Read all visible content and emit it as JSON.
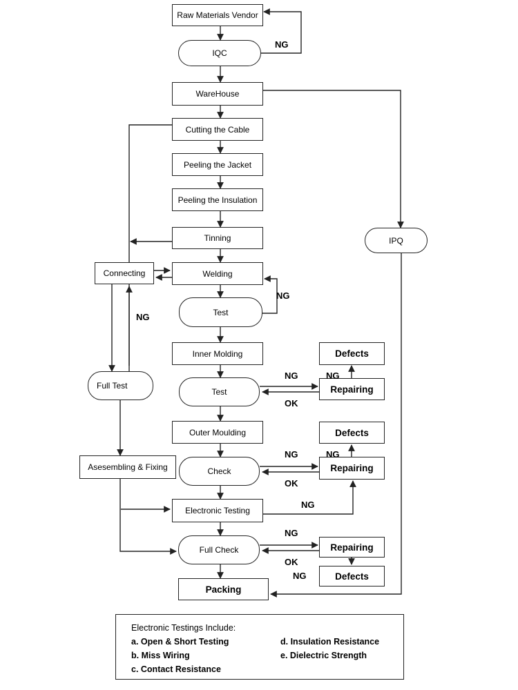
{
  "nodes": {
    "raw_vendor": "Raw Materials Vendor",
    "iqc": "IQC",
    "warehouse": "WareHouse",
    "cutting": "Cutting the Cable",
    "peeling_jacket": "Peeling the Jacket",
    "peeling_insulation": "Peeling the Insulation",
    "tinning": "Tinning",
    "connecting": "Connecting",
    "welding": "Welding",
    "test1": "Test",
    "inner_molding": "Inner Molding",
    "test2": "Test",
    "full_test": "Full Test",
    "outer_moulding": "Outer Moulding",
    "assembling": "Asesembling & Fixing",
    "check": "Check",
    "electronic_testing": "Electronic Testing",
    "full_check": "Full Check",
    "packing": "Packing",
    "ipq": "IPQ",
    "defects1": "Defects",
    "repairing1": "Repairing",
    "defects2": "Defects",
    "repairing2": "Repairing",
    "repairing3": "Repairing",
    "defects3": "Defects"
  },
  "labels": {
    "ng": "NG",
    "ok": "OK"
  },
  "legend": {
    "title": "Electronic Testings Include:",
    "items": [
      "a.  Open & Short Testing",
      "b.  Miss Wiring",
      "c.  Contact Resistance",
      "d.  Insulation Resistance",
      "e.  Dielectric Strength"
    ]
  }
}
